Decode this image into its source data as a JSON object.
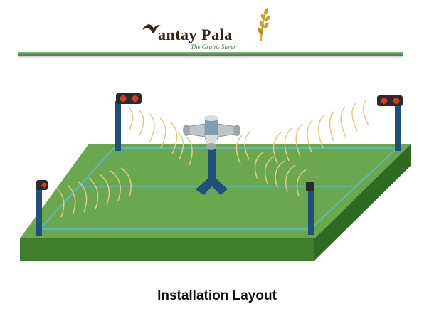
{
  "logo": {
    "brand": "antay Pala",
    "tagline": "The Grains Saver",
    "colors": {
      "text": "#3a2415",
      "tagline": "#4b7a2a",
      "wheat": "#c9a227"
    }
  },
  "diagram": {
    "caption": "Installation Layout",
    "colors": {
      "field_top": "#6aa84f",
      "field_front": "#3f7f2c",
      "field_side": "#2f6a22",
      "boundary_line": "#5fb8d8",
      "pole": "#1f4f7a",
      "signal_wave": "#e8c78a",
      "speaker": "#bfc4c7"
    },
    "components": [
      {
        "id": "sensor-back-left",
        "icon": "motion-sensor-icon"
      },
      {
        "id": "sensor-back-right",
        "icon": "motion-sensor-icon"
      },
      {
        "id": "sensor-front-left",
        "icon": "motion-sensor-icon"
      },
      {
        "id": "sensor-front-right",
        "icon": "motion-sensor-icon"
      },
      {
        "id": "central-siren",
        "icon": "siren-speaker-icon"
      }
    ]
  }
}
